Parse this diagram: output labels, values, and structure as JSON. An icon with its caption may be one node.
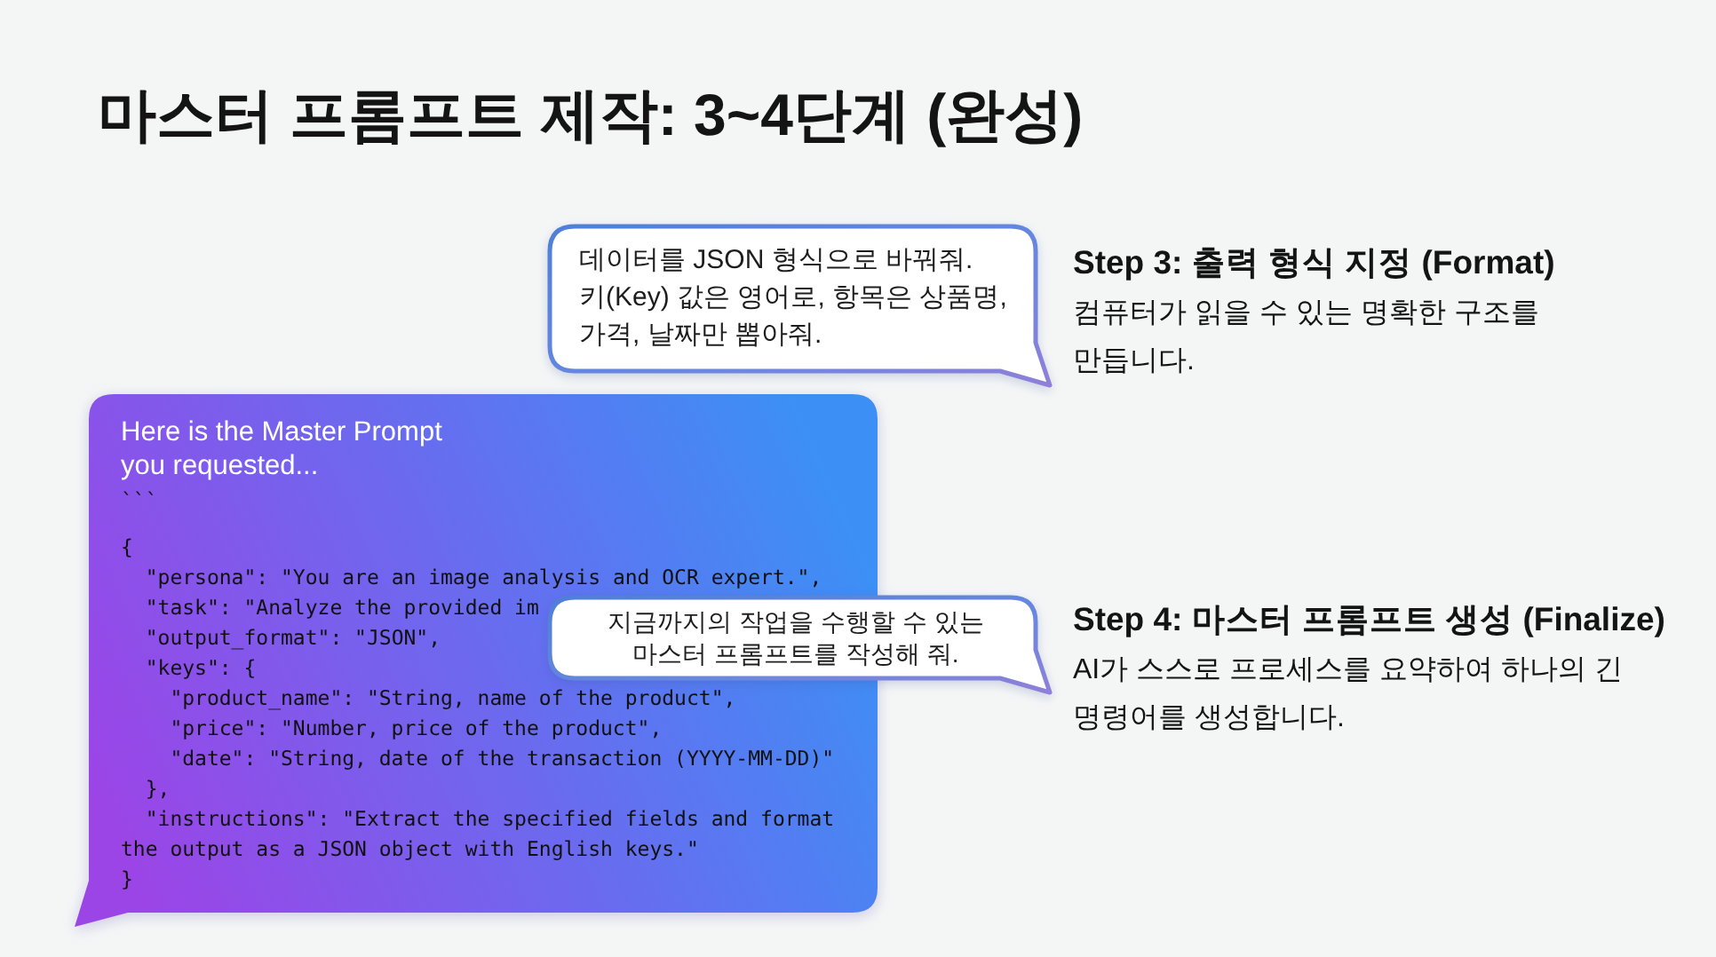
{
  "diagram": {
    "title": "마스터 프롬프트 제작: 3~4단계 (완성)",
    "nodes": [
      {
        "text": [
          "Here is the Master Prompt you requested...",
          "```",
          "{",
          "\"persona\": \"You are an image analysis and OCR expert.\",",
          "\"task\": \"Analyze the provided im",
          "\"output_format\": \"JSON\",",
          "\"keys\": {",
          "\"product_name\": \"String, name of the product\",",
          "\"price\": \"Number, price of the product\",",
          "\"date\": \"String, date of the transaction (YYYY-MM-DD)\"",
          "},",
          "\"instructions\": \"Extract the specified fields and format the output as a JSON object with English keys.\"",
          "}"
        ]
      },
      {
        "text": [
          "데이터를 JSON 형식으로 바꿔줘. 키(Key) 값은 영어로, 항목은 상품명, 가격, 날짜만 뽑아줘."
        ]
      },
      {
        "text": [
          "지금까지의 작업을 수행할 수 있는 마스터 프롬프트를 작성해 줘."
        ]
      }
    ],
    "labels": [
      "Step 3: 출력 형식 지정 (Format)",
      "컴퓨터가 읽을 수 있는 명확한 구조를 만듭니다.",
      "Step 4: 마스터 프롬프트 생성 (Finalize)",
      "AI가 스스로 프로세스를 요약하여 하나의 긴 명령어를 생성합니다."
    ]
  }
}
